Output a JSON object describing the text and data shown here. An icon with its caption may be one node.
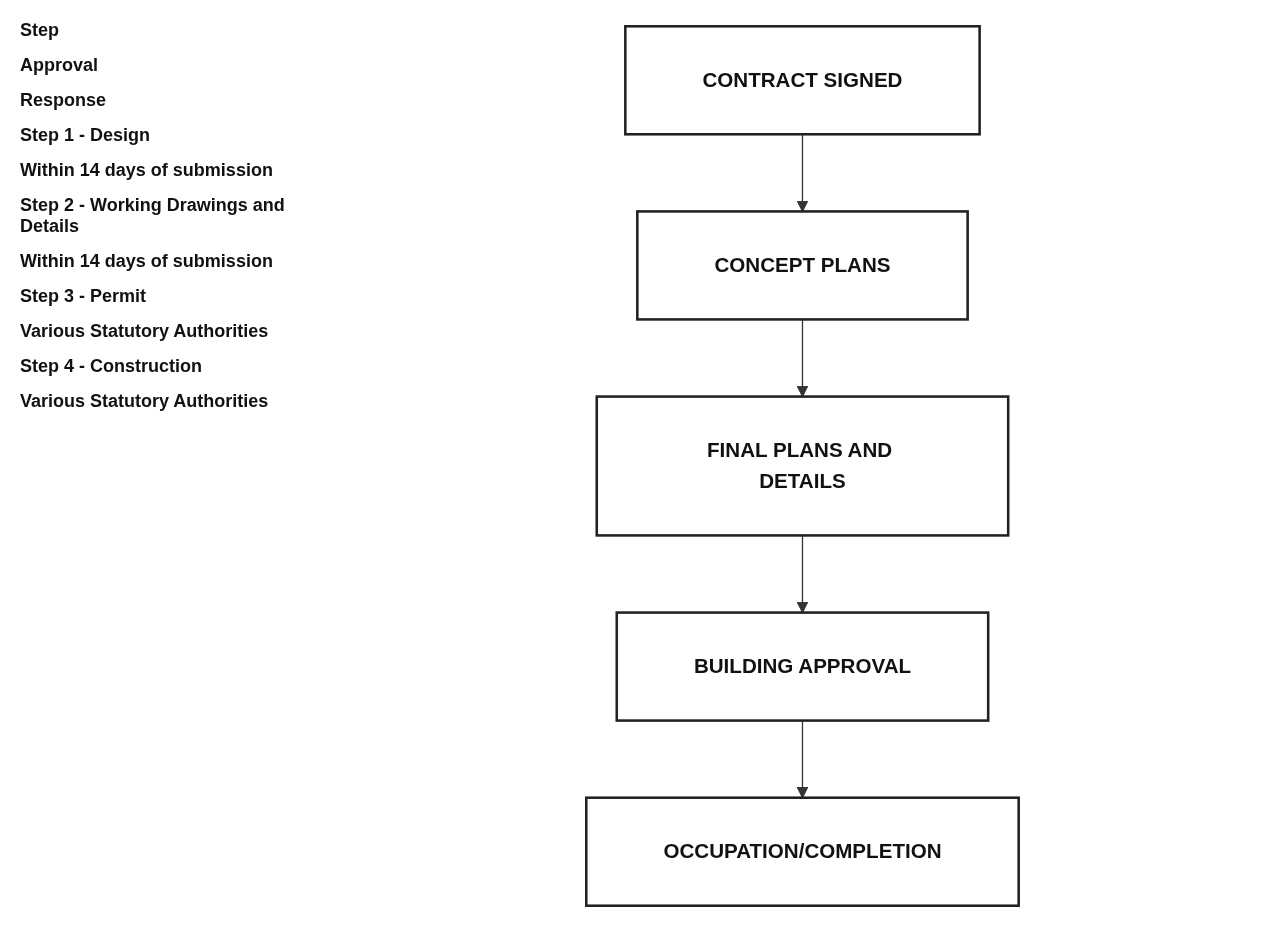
{
  "diagram": {
    "nodes": [
      {
        "text": [
          "CONTRACT SIGNED"
        ]
      },
      {
        "text": [
          "CONCEPT PLANS"
        ]
      },
      {
        "text": [
          "FINAL PLANS AND DETAILS"
        ]
      },
      {
        "text": [
          "BUILDING APPROVAL"
        ]
      },
      {
        "text": [
          "OCCUPATION/COMPLETION"
        ]
      }
    ],
    "edges": [
      {
        "from": 0,
        "to": 1,
        "arrow": "to"
      },
      {
        "from": 1,
        "to": 2,
        "arrow": "to"
      },
      {
        "from": 2,
        "to": 3,
        "arrow": "to"
      },
      {
        "from": 3,
        "to": 4,
        "arrow": "to"
      }
    ],
    "labels": [
      "Step",
      "Approval",
      "Response",
      "Step 1 - Design",
      "Within 14 days of submission",
      "Step 2 - Working Drawings and Details",
      "Within 14 days of submission",
      "Step 3 - Permit",
      "Various Statutory Authorities",
      "Step 4 - Construction",
      "Various Statutory Authorities"
    ]
  }
}
